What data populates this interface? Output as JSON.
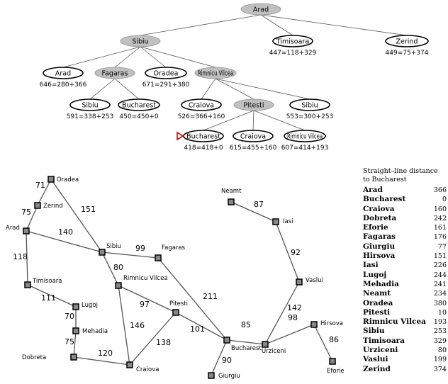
{
  "search_tree": {
    "nodes": [
      {
        "id": "n0",
        "label": "Arad",
        "cost": "",
        "expanded": true,
        "marked": false
      },
      {
        "id": "n1",
        "label": "Sibiu",
        "cost": "",
        "expanded": true,
        "marked": false
      },
      {
        "id": "n2",
        "label": "Timisoara",
        "cost": "447=118+329",
        "expanded": false,
        "marked": false
      },
      {
        "id": "n3",
        "label": "Zerind",
        "cost": "449=75+374",
        "expanded": false,
        "marked": false
      },
      {
        "id": "n4",
        "label": "Arad",
        "cost": "646=280+366",
        "expanded": false,
        "marked": false
      },
      {
        "id": "n5",
        "label": "Fagaras",
        "cost": "",
        "expanded": true,
        "marked": false
      },
      {
        "id": "n6",
        "label": "Oradea",
        "cost": "671=291+380",
        "expanded": false,
        "marked": false
      },
      {
        "id": "n7",
        "label": "Rimnicu Vilcea",
        "cost": "",
        "expanded": true,
        "marked": false
      },
      {
        "id": "n8",
        "label": "Sibiu",
        "cost": "591=338+253",
        "expanded": false,
        "marked": false
      },
      {
        "id": "n9",
        "label": "Bucharest",
        "cost": "450=450+0",
        "expanded": false,
        "marked": false
      },
      {
        "id": "n10",
        "label": "Craiova",
        "cost": "526=366+160",
        "expanded": false,
        "marked": false
      },
      {
        "id": "n11",
        "label": "Pitesti",
        "cost": "",
        "expanded": true,
        "marked": false
      },
      {
        "id": "n12",
        "label": "Sibiu",
        "cost": "553=300+253",
        "expanded": false,
        "marked": false
      },
      {
        "id": "n13",
        "label": "Bucharest",
        "cost": "418=418+0",
        "expanded": false,
        "marked": true
      },
      {
        "id": "n14",
        "label": "Craiova",
        "cost": "615=455+160",
        "expanded": false,
        "marked": false
      },
      {
        "id": "n15",
        "label": "Rimnicu Vilcea",
        "cost": "607=414+193",
        "expanded": false,
        "marked": false
      }
    ],
    "edges": [
      [
        "n0",
        "n1"
      ],
      [
        "n0",
        "n2"
      ],
      [
        "n0",
        "n3"
      ],
      [
        "n1",
        "n4"
      ],
      [
        "n1",
        "n5"
      ],
      [
        "n1",
        "n6"
      ],
      [
        "n1",
        "n7"
      ],
      [
        "n5",
        "n8"
      ],
      [
        "n5",
        "n9"
      ],
      [
        "n7",
        "n10"
      ],
      [
        "n7",
        "n11"
      ],
      [
        "n7",
        "n12"
      ],
      [
        "n11",
        "n13"
      ],
      [
        "n11",
        "n14"
      ],
      [
        "n11",
        "n15"
      ]
    ]
  },
  "romania_map": {
    "cities": [
      {
        "id": "oradea",
        "label": "Oradea"
      },
      {
        "id": "zerind",
        "label": "Zerind"
      },
      {
        "id": "arad",
        "label": "Arad"
      },
      {
        "id": "timisoara",
        "label": "Timisoara"
      },
      {
        "id": "lugoj",
        "label": "Lugoj"
      },
      {
        "id": "mehadia",
        "label": "Mehadia"
      },
      {
        "id": "dobreta",
        "label": "Dobreta"
      },
      {
        "id": "sibiu",
        "label": "Sibiu"
      },
      {
        "id": "fagaras",
        "label": "Fagaras"
      },
      {
        "id": "rimnicu",
        "label": "Rimnicu Vilcea"
      },
      {
        "id": "pitesti",
        "label": "Pitesti"
      },
      {
        "id": "craiova",
        "label": "Craiova"
      },
      {
        "id": "bucharest",
        "label": "Bucharest"
      },
      {
        "id": "giurgiu",
        "label": "Giurgiu"
      },
      {
        "id": "urziceni",
        "label": "Urziceni"
      },
      {
        "id": "hirsova",
        "label": "Hirsova"
      },
      {
        "id": "eforie",
        "label": "Eforie"
      },
      {
        "id": "vaslui",
        "label": "Vaslui"
      },
      {
        "id": "iasi",
        "label": "Iasi"
      },
      {
        "id": "neamt",
        "label": "Neamt"
      }
    ],
    "roads": [
      {
        "a": "oradea",
        "b": "zerind",
        "d": "71"
      },
      {
        "a": "zerind",
        "b": "arad",
        "d": "75"
      },
      {
        "a": "oradea",
        "b": "sibiu",
        "d": "151"
      },
      {
        "a": "arad",
        "b": "sibiu",
        "d": "140"
      },
      {
        "a": "arad",
        "b": "timisoara",
        "d": "118"
      },
      {
        "a": "timisoara",
        "b": "lugoj",
        "d": "111"
      },
      {
        "a": "lugoj",
        "b": "mehadia",
        "d": "70"
      },
      {
        "a": "mehadia",
        "b": "dobreta",
        "d": "75"
      },
      {
        "a": "dobreta",
        "b": "craiova",
        "d": "120"
      },
      {
        "a": "sibiu",
        "b": "fagaras",
        "d": "99"
      },
      {
        "a": "sibiu",
        "b": "rimnicu",
        "d": "80"
      },
      {
        "a": "rimnicu",
        "b": "pitesti",
        "d": "97"
      },
      {
        "a": "rimnicu",
        "b": "craiova",
        "d": "146"
      },
      {
        "a": "craiova",
        "b": "pitesti",
        "d": "138"
      },
      {
        "a": "pitesti",
        "b": "bucharest",
        "d": "101"
      },
      {
        "a": "fagaras",
        "b": "bucharest",
        "d": "211"
      },
      {
        "a": "bucharest",
        "b": "giurgiu",
        "d": "90"
      },
      {
        "a": "bucharest",
        "b": "urziceni",
        "d": "85"
      },
      {
        "a": "urziceni",
        "b": "hirsova",
        "d": "98"
      },
      {
        "a": "hirsova",
        "b": "eforie",
        "d": "86"
      },
      {
        "a": "urziceni",
        "b": "vaslui",
        "d": "142"
      },
      {
        "a": "vaslui",
        "b": "iasi",
        "d": "92"
      },
      {
        "a": "iasi",
        "b": "neamt",
        "d": "87"
      }
    ]
  },
  "sld_table": {
    "title_line1": "Straight–line distance",
    "title_line2": "to Bucharest",
    "rows": [
      {
        "city": "Arad",
        "value": "366"
      },
      {
        "city": "Bucharest",
        "value": "0"
      },
      {
        "city": "Craiova",
        "value": "160"
      },
      {
        "city": "Dobreta",
        "value": "242"
      },
      {
        "city": "Eforie",
        "value": "161"
      },
      {
        "city": "Fagaras",
        "value": "176"
      },
      {
        "city": "Giurgiu",
        "value": "77"
      },
      {
        "city": "Hirsova",
        "value": "151"
      },
      {
        "city": "Iasi",
        "value": "226"
      },
      {
        "city": "Lugoj",
        "value": "244"
      },
      {
        "city": "Mehadia",
        "value": "241"
      },
      {
        "city": "Neamt",
        "value": "234"
      },
      {
        "city": "Oradea",
        "value": "380"
      },
      {
        "city": "Pitesti",
        "value": "10"
      },
      {
        "city": "Rimnicu Vilcea",
        "value": "193"
      },
      {
        "city": "Sibiu",
        "value": "253"
      },
      {
        "city": "Timisoara",
        "value": "329"
      },
      {
        "city": "Urziceni",
        "value": "80"
      },
      {
        "city": "Vaslui",
        "value": "199"
      },
      {
        "city": "Zerind",
        "value": "374"
      }
    ]
  },
  "colors": {
    "expanded_fill": "#c0c0c0",
    "leaf_fill": "#ffffff",
    "marker": "#e00000",
    "line": "#555555",
    "city_fill": "#888888"
  }
}
